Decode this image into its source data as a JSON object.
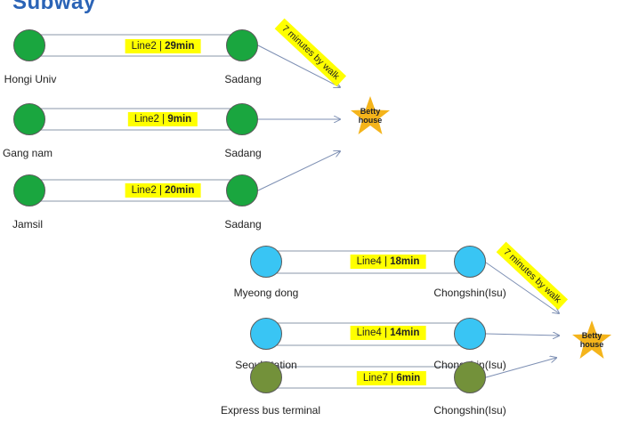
{
  "title": "Subway",
  "colors": {
    "green_station": "#1aa63f",
    "cyan_station": "#39c5f4",
    "olive_station": "#73913a",
    "badge": "#ffff00",
    "track": "#8a97a8",
    "arrow": "#7d8fb3",
    "star": "#f4b41b",
    "title": "#2a63b6"
  },
  "destination": {
    "label_line1": "Betty",
    "label_line2": "house",
    "icon": "star-icon"
  },
  "groups": [
    {
      "walk_label": "7 minutes by walk",
      "routes": [
        {
          "from": "Hongi Univ",
          "to": "Sadang",
          "line": "Line2",
          "time": "29min",
          "station_color": "green"
        },
        {
          "from": "Gang nam",
          "to": "Sadang",
          "line": "Line2",
          "time": "9min",
          "station_color": "green"
        },
        {
          "from": "Jamsil",
          "to": "Sadang",
          "line": "Line2",
          "time": "20min",
          "station_color": "green"
        }
      ]
    },
    {
      "walk_label": "7 minutes by walk",
      "routes": [
        {
          "from": "Myeong dong",
          "to": "Chongshin(Isu)",
          "line": "Line4",
          "time": "18min",
          "station_color": "cyan"
        },
        {
          "from": "Seoul station",
          "to": "Chongshin(Isu)",
          "line": "Line4",
          "time": "14min",
          "station_color": "cyan"
        },
        {
          "from": "Express bus terminal",
          "to": "Chongshin(Isu)",
          "line": "Line7",
          "time": "6min",
          "station_color": "olive"
        }
      ]
    }
  ]
}
